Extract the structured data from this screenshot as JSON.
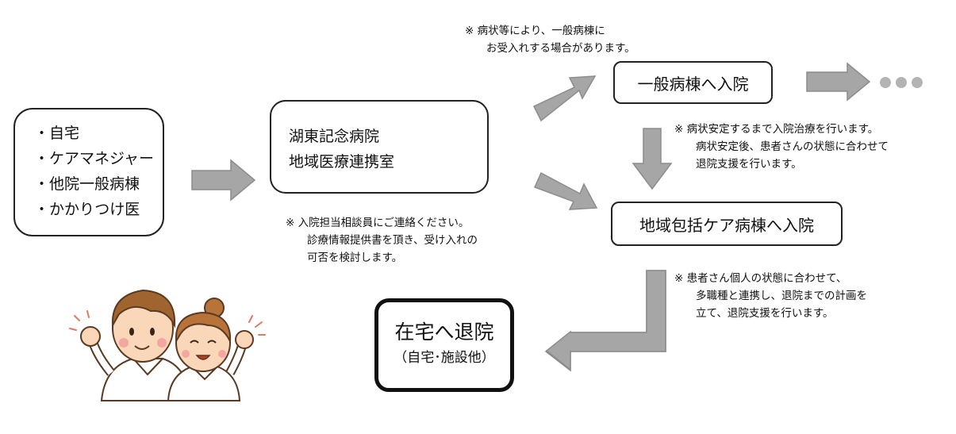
{
  "sources": [
    "・自宅",
    "・ケアマネジャー",
    "・他院一般病棟",
    "・かかりつけ医"
  ],
  "hospital": {
    "line1": "湖東記念病院",
    "line2": "地域医療連携室"
  },
  "general_ward": "一般病棟へ入院",
  "community_care_ward": "地域包括ケア病棟へ入院",
  "discharge": {
    "title": "在宅へ退院",
    "subtitle": "（自宅･施設他）"
  },
  "notes": {
    "top": [
      "※ 病状等により、一般病棟に",
      "お受入れする場合があります。"
    ],
    "contact": [
      "※ 入院担当相談員にご連絡ください。",
      "診療情報提供書を頂き、受け入れの",
      "可否を検討します。"
    ],
    "stabilize": [
      "※ 病状安定するまで入院治療を行います。",
      "病状安定後、患者さんの状態に合わせて",
      "退院支援を行います。"
    ],
    "discharge_support": [
      "※ 患者さん個人の状態に合わせて、",
      "多職種と連携し、退院までの計画を",
      "立て、退院支援を行います。"
    ]
  },
  "colors": {
    "arrow": "#a6a6a6",
    "arrow_border": "#8c8c8c",
    "border": "#222222"
  },
  "icons": {
    "ellipsis": "ellipsis-dots",
    "illustration": "nurses-cheering"
  }
}
